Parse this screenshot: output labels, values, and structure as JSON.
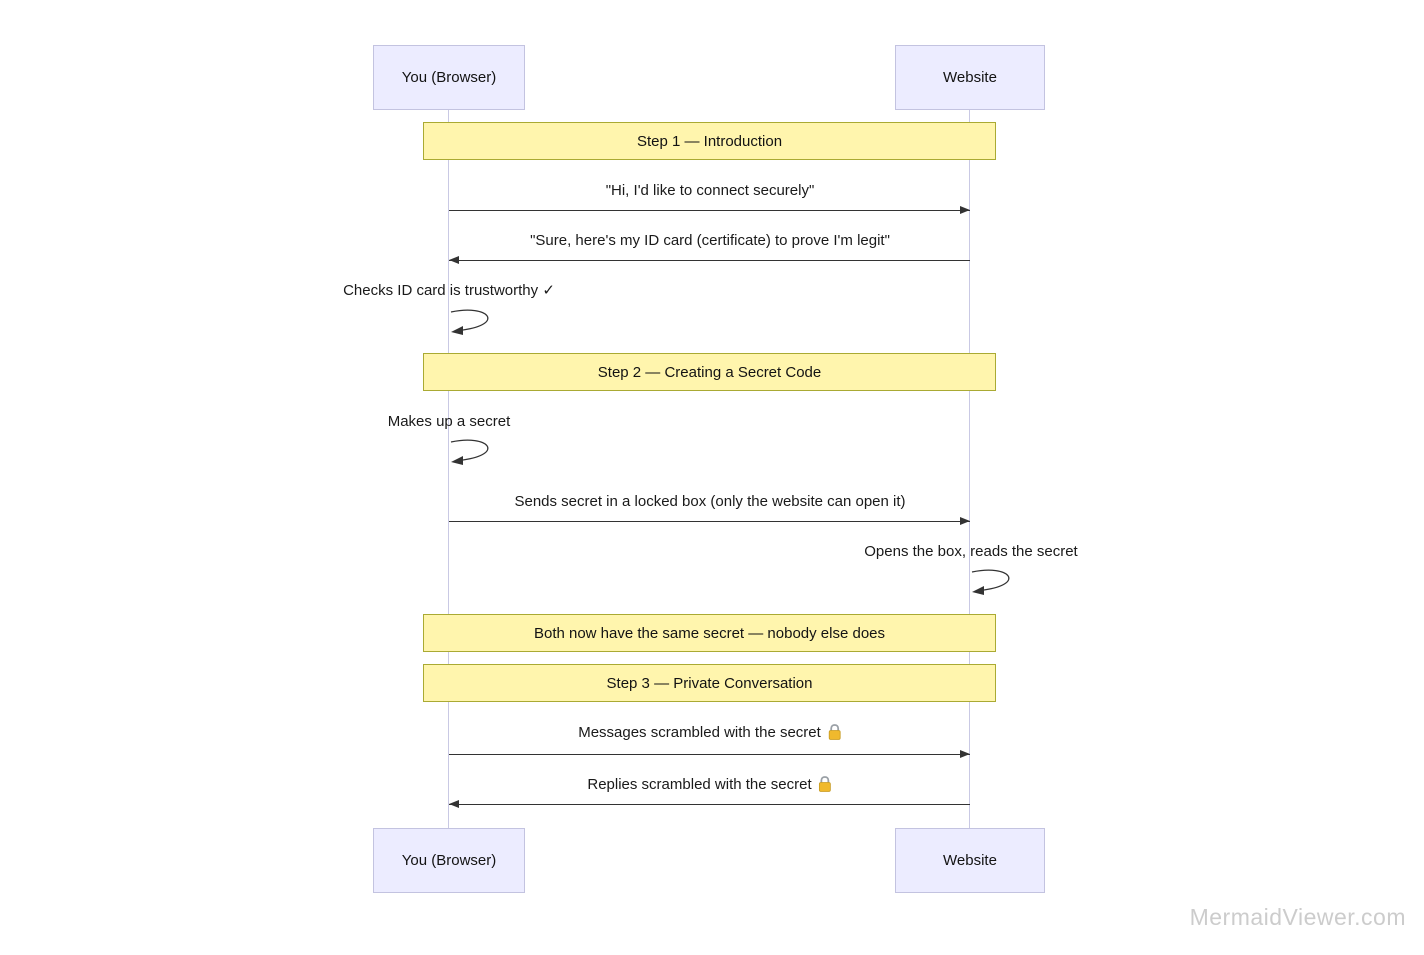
{
  "actors": {
    "browser": "You (Browser)",
    "website": "Website"
  },
  "notes": {
    "step1": "Step 1 — Introduction",
    "step2": "Step 2 — Creating a Secret Code",
    "shared_secret": "Both now have the same secret — nobody else does",
    "step3": "Step 3 — Private Conversation"
  },
  "messages": {
    "hello": "\"Hi, I'd like to connect securely\"",
    "certificate": "\"Sure, here's my ID card (certificate) to prove I'm legit\"",
    "check_id": "Checks ID card is trustworthy ✓",
    "makes_secret": "Makes up a secret",
    "sends_secret": "Sends secret in a locked box (only the website can open it)",
    "opens_box": "Opens the box, reads the secret",
    "messages_scrambled": "Messages scrambled with the secret",
    "replies_scrambled": "Replies scrambled with the secret"
  },
  "icons": {
    "lock": "🔒"
  },
  "watermark": "MermaidViewer.com",
  "colors": {
    "note_fill": "#fff5ad",
    "note_border": "#aaaa33",
    "actor_fill": "#ececff",
    "actor_border": "#c3c3e0",
    "arrow": "#333333",
    "lifeline": "#c9c9e4",
    "watermark": "#cccccc"
  }
}
